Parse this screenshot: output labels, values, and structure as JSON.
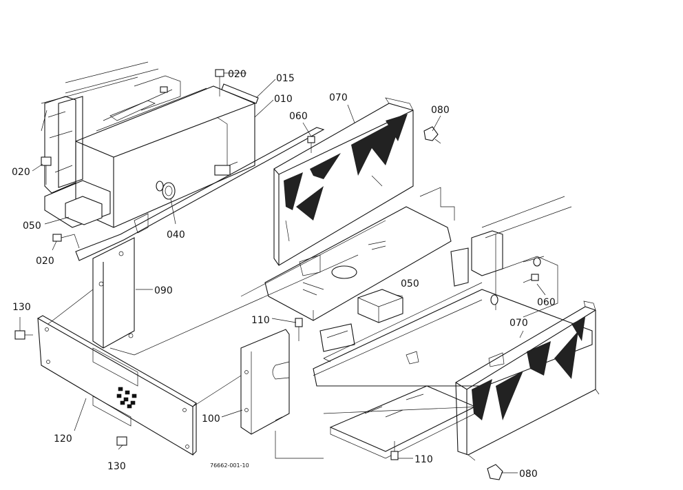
{
  "diagram": {
    "drawing_number": "76662-001-10",
    "callouts": {
      "c020a": "020",
      "c015": "015",
      "c010": "010",
      "c070a": "070",
      "c060a": "060",
      "c080a": "080",
      "c020b": "020",
      "c050a": "050",
      "c040": "040",
      "c020c": "020",
      "c090": "090",
      "c130a": "130",
      "c110a": "110",
      "c050b": "050",
      "c060b": "060",
      "c070b": "070",
      "c100": "100",
      "c120": "120",
      "c130b": "130",
      "c110b": "110",
      "c080b": "080"
    }
  }
}
